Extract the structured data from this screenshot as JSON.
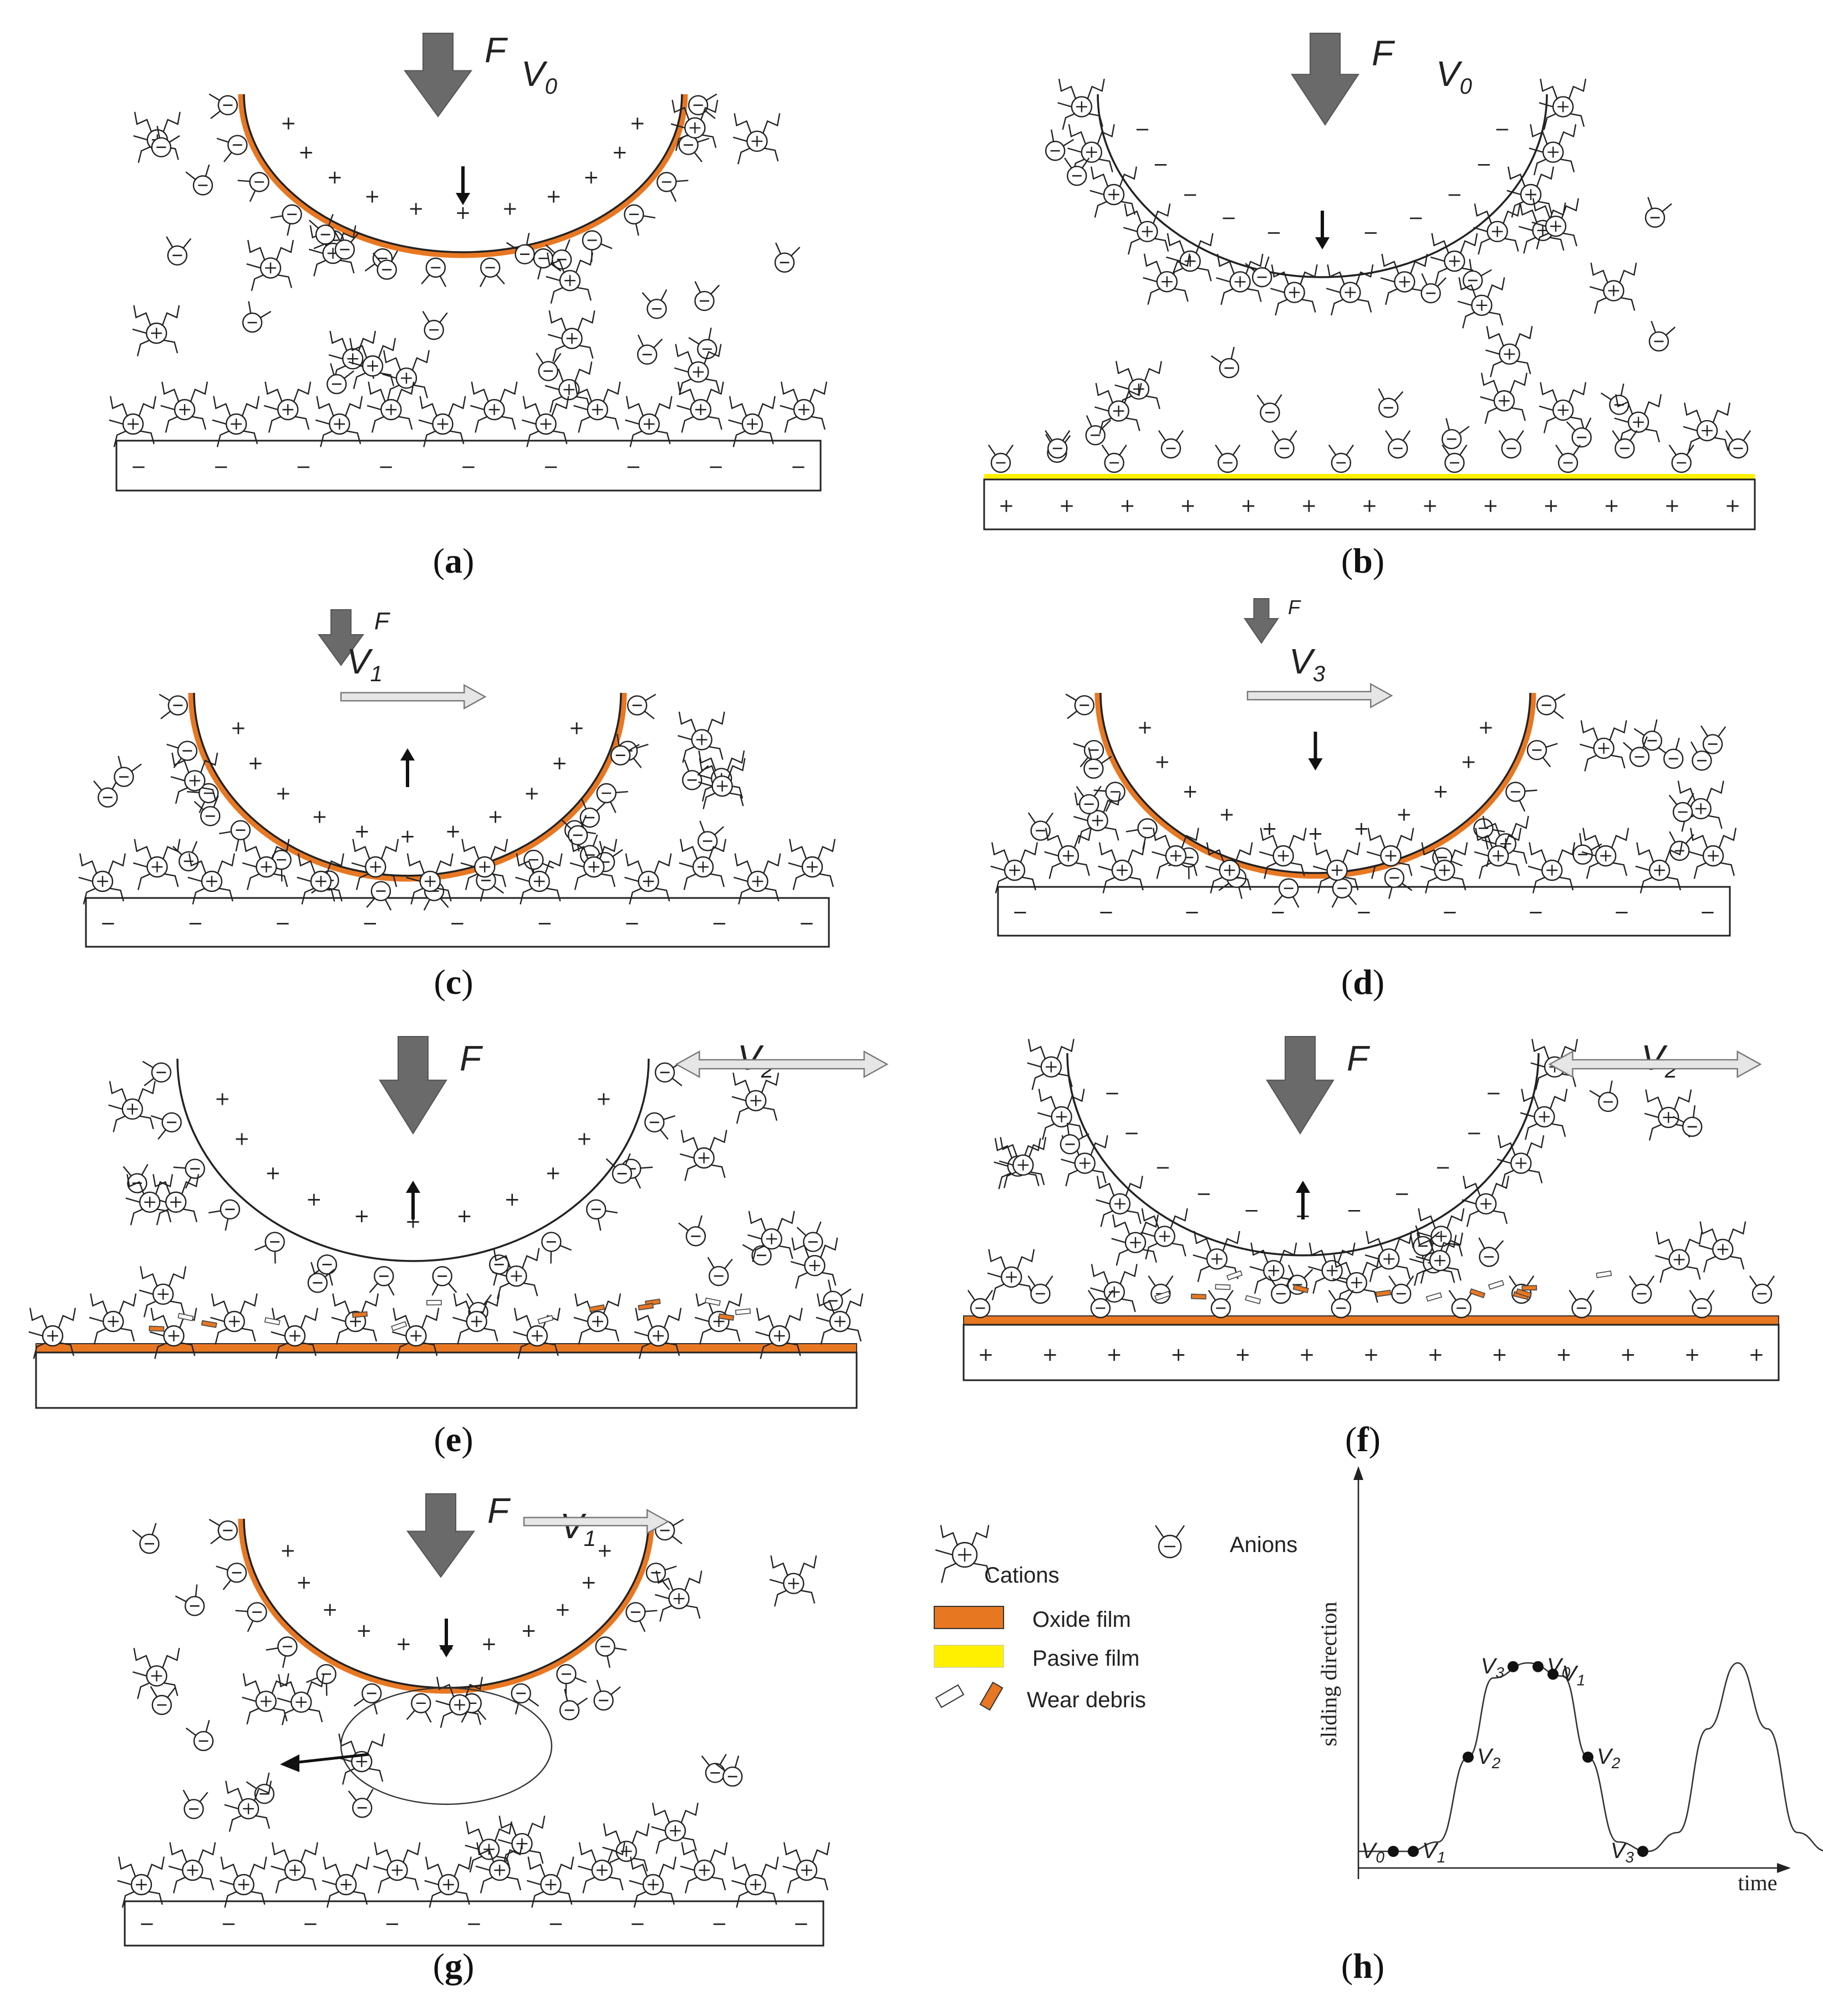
{
  "colors": {
    "oxide": "#e87722",
    "passive": "#fff000",
    "arrow_fill": "#6a6a6a",
    "velocity_arrow_fill": "#e6e6e6",
    "line": "#222222"
  },
  "panels": [
    {
      "id": "a",
      "label": "a",
      "force": "F",
      "velocity": "V0",
      "counter_charge": "+",
      "substrate_charge": "−",
      "film": "oxide-on-ball",
      "motion": "down",
      "velocity_arrow": false
    },
    {
      "id": "b",
      "label": "b",
      "force": "F",
      "velocity": "V0",
      "counter_charge": "−",
      "substrate_charge": "+",
      "film": "passive-on-substrate",
      "motion": "down",
      "velocity_arrow": false
    },
    {
      "id": "c",
      "label": "c",
      "force": "F",
      "velocity": "V1",
      "counter_charge": "+",
      "substrate_charge": "−",
      "film": "oxide-on-ball",
      "motion": "up",
      "velocity_arrow": true
    },
    {
      "id": "d",
      "label": "d",
      "force": "F",
      "velocity": "V3",
      "counter_charge": "+",
      "substrate_charge": "−",
      "film": "oxide-on-ball",
      "motion": "down",
      "velocity_arrow": true
    },
    {
      "id": "e",
      "label": "e",
      "force": "F",
      "velocity": "V2",
      "counter_charge": "+",
      "substrate_charge": "",
      "film": "oxide-on-substrate",
      "motion": "up",
      "velocity_arrow": "double"
    },
    {
      "id": "f",
      "label": "f",
      "force": "F",
      "velocity": "V2",
      "counter_charge": "−",
      "substrate_charge": "+",
      "film": "oxide-on-substrate",
      "motion": "up",
      "velocity_arrow": "double"
    },
    {
      "id": "g",
      "label": "g",
      "force": "F",
      "velocity": "V1",
      "counter_charge": "+",
      "substrate_charge": "−",
      "film": "oxide-on-ball",
      "motion": "down",
      "velocity_arrow": true
    }
  ],
  "legend": {
    "cations": "Cations",
    "anions": "Anions",
    "oxide_film": "Oxide film",
    "passive_film": "Pasive film",
    "wear_debris": "Wear debris"
  },
  "chart_caption": "h",
  "chart_data": {
    "type": "line",
    "xlabel": "time",
    "ylabel": "sliding direction",
    "series": [
      {
        "points": [
          {
            "x": 0,
            "y": 0
          },
          {
            "x": 0.5,
            "y": 0
          },
          {
            "x": 0.8,
            "y": 0.05
          },
          {
            "x": 1.1,
            "y": 0.5
          },
          {
            "x": 1.35,
            "y": 0.92
          },
          {
            "x": 1.7,
            "y": 1.0
          },
          {
            "x": 2.05,
            "y": 0.93
          },
          {
            "x": 2.3,
            "y": 0.5
          },
          {
            "x": 2.6,
            "y": 0.05
          },
          {
            "x": 2.9,
            "y": 0
          },
          {
            "x": 3.2,
            "y": 0.1
          },
          {
            "x": 3.5,
            "y": 0.65
          },
          {
            "x": 3.8,
            "y": 1.0
          },
          {
            "x": 4.1,
            "y": 0.65
          },
          {
            "x": 4.4,
            "y": 0.1
          },
          {
            "x": 4.7,
            "y": 0
          }
        ]
      }
    ],
    "annotations": [
      {
        "label": "V0",
        "x": 0.35,
        "y": 0
      },
      {
        "label": "V1",
        "x": 0.55,
        "y": 0
      },
      {
        "label": "V2",
        "x": 1.1,
        "y": 0.5
      },
      {
        "label": "V3",
        "x": 1.55,
        "y": 0.98
      },
      {
        "label": "V0",
        "x": 1.8,
        "y": 0.98
      },
      {
        "label": "V1",
        "x": 1.95,
        "y": 0.94
      },
      {
        "label": "V2",
        "x": 2.3,
        "y": 0.5
      },
      {
        "label": "V3",
        "x": 2.85,
        "y": 0
      }
    ]
  }
}
